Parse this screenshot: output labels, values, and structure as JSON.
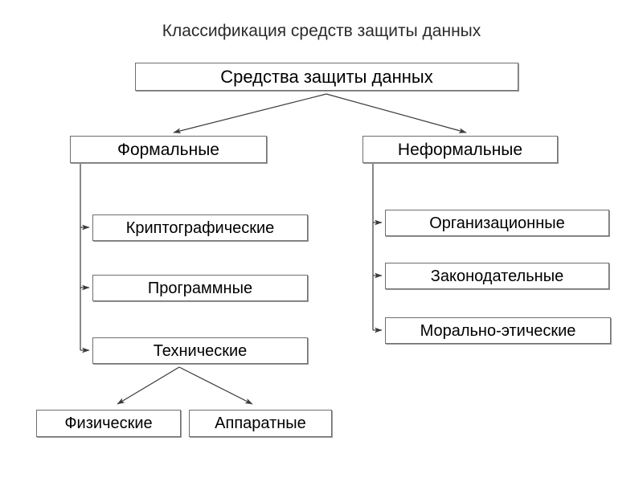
{
  "diagram": {
    "title": "Классификация средств защиты данных",
    "type": "hierarchy-tree",
    "colors": {
      "background": "#ffffff",
      "box_border": "#6e6e6e",
      "box_shadow": "#9a9a9a",
      "box_fill": "#ffffff",
      "connector": "#3a3a3a",
      "text": "#000000",
      "title_text": "#2b2b2b"
    },
    "nodes": {
      "root": "Средства защиты данных",
      "formal": "Формальные",
      "informal": "Неформальные",
      "crypto": "Криптографические",
      "software": "Программные",
      "technical": "Технические",
      "physical": "Физические",
      "hardware": "Аппаратные",
      "organizational": "Организационные",
      "legal": "Законодательные",
      "moral": "Морально-этические"
    },
    "edges": [
      {
        "from": "root",
        "to": "formal",
        "style": "arrow-diagonal"
      },
      {
        "from": "root",
        "to": "informal",
        "style": "arrow-diagonal"
      },
      {
        "from": "formal",
        "to": "crypto",
        "style": "elbow-arrow"
      },
      {
        "from": "formal",
        "to": "software",
        "style": "elbow-arrow"
      },
      {
        "from": "formal",
        "to": "technical",
        "style": "elbow-arrow"
      },
      {
        "from": "technical",
        "to": "physical",
        "style": "arrow-diagonal"
      },
      {
        "from": "technical",
        "to": "hardware",
        "style": "arrow-diagonal"
      },
      {
        "from": "informal",
        "to": "organizational",
        "style": "elbow-arrow"
      },
      {
        "from": "informal",
        "to": "legal",
        "style": "elbow-arrow"
      },
      {
        "from": "informal",
        "to": "moral",
        "style": "elbow-arrow"
      }
    ]
  }
}
